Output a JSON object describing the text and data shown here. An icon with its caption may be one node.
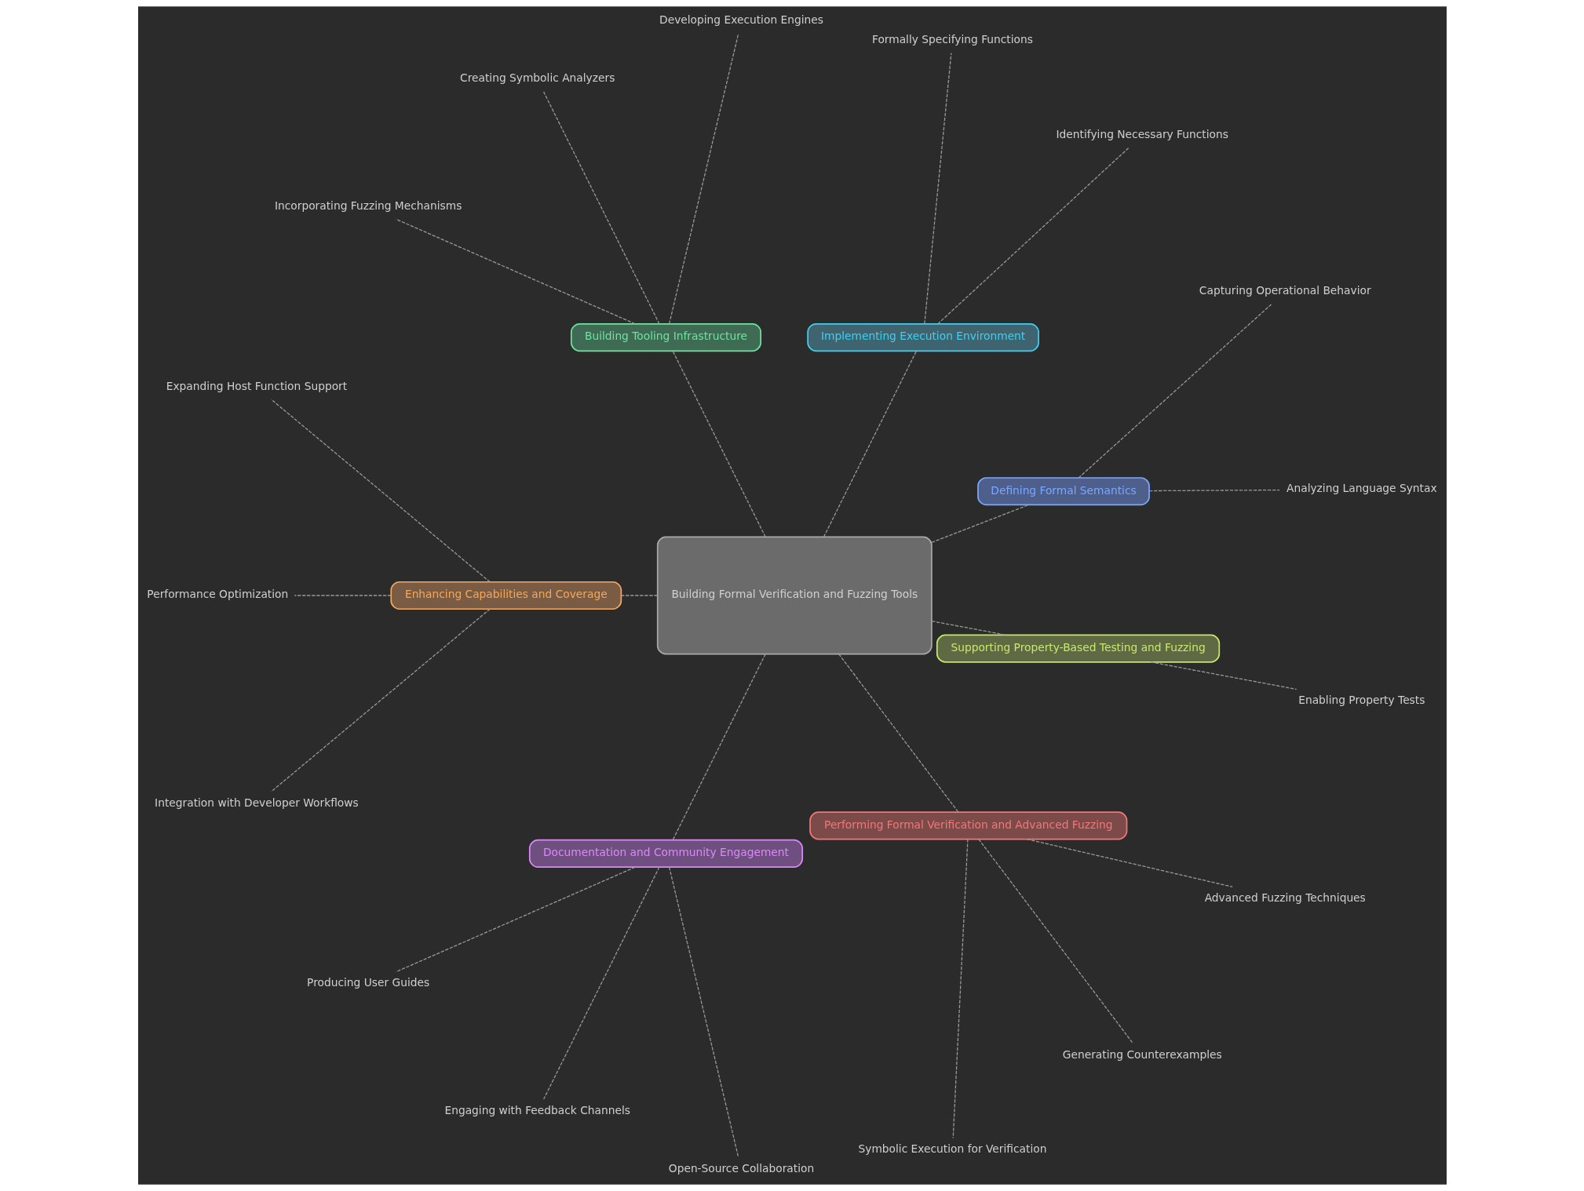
{
  "diagram": {
    "nodes": [
      {
        "text": [
          "Building Formal Verification and Fuzzing Tools"
        ]
      },
      {
        "text": [
          "Defining Formal Semantics"
        ]
      },
      {
        "text": [
          "Analyzing Language Syntax"
        ]
      },
      {
        "text": [
          "Capturing Operational Behavior"
        ]
      },
      {
        "text": [
          "Implementing Execution Environment"
        ]
      },
      {
        "text": [
          "Identifying Necessary Functions"
        ]
      },
      {
        "text": [
          "Formally Specifying Functions"
        ]
      },
      {
        "text": [
          "Building Tooling Infrastructure"
        ]
      },
      {
        "text": [
          "Developing Execution Engines"
        ]
      },
      {
        "text": [
          "Creating Symbolic Analyzers"
        ]
      },
      {
        "text": [
          "Incorporating Fuzzing Mechanisms"
        ]
      },
      {
        "text": [
          "Enhancing Capabilities and Coverage"
        ]
      },
      {
        "text": [
          "Expanding Host Function Support"
        ]
      },
      {
        "text": [
          "Performance Optimization"
        ]
      },
      {
        "text": [
          "Integration with Developer Workflows"
        ]
      },
      {
        "text": [
          "Documentation and Community Engagement"
        ]
      },
      {
        "text": [
          "Producing User Guides"
        ]
      },
      {
        "text": [
          "Engaging with Feedback Channels"
        ]
      },
      {
        "text": [
          "Open-Source Collaboration"
        ]
      },
      {
        "text": [
          "Performing Formal Verification and Advanced Fuzzing"
        ]
      },
      {
        "text": [
          "Symbolic Execution for Verification"
        ]
      },
      {
        "text": [
          "Generating Counterexamples"
        ]
      },
      {
        "text": [
          "Advanced Fuzzing Techniques"
        ]
      },
      {
        "text": [
          "Supporting Property-Based Testing and Fuzzing"
        ]
      },
      {
        "text": [
          "Enabling Property Tests"
        ]
      }
    ],
    "edges": [
      {
        "from": 0,
        "to": 1,
        "arrow": "none",
        "style": "dashed"
      },
      {
        "from": 1,
        "to": 2,
        "arrow": "none",
        "style": "dashed"
      },
      {
        "from": 1,
        "to": 3,
        "arrow": "none",
        "style": "dashed"
      },
      {
        "from": 0,
        "to": 4,
        "arrow": "none",
        "style": "dashed"
      },
      {
        "from": 4,
        "to": 5,
        "arrow": "none",
        "style": "dashed"
      },
      {
        "from": 4,
        "to": 6,
        "arrow": "none",
        "style": "dashed"
      },
      {
        "from": 0,
        "to": 7,
        "arrow": "none",
        "style": "dashed"
      },
      {
        "from": 7,
        "to": 8,
        "arrow": "none",
        "style": "dashed"
      },
      {
        "from": 7,
        "to": 9,
        "arrow": "none",
        "style": "dashed"
      },
      {
        "from": 7,
        "to": 10,
        "arrow": "none",
        "style": "dashed"
      },
      {
        "from": 0,
        "to": 11,
        "arrow": "none",
        "style": "dashed"
      },
      {
        "from": 11,
        "to": 12,
        "arrow": "none",
        "style": "dashed"
      },
      {
        "from": 11,
        "to": 13,
        "arrow": "none",
        "style": "dashed"
      },
      {
        "from": 11,
        "to": 14,
        "arrow": "none",
        "style": "dashed"
      },
      {
        "from": 0,
        "to": 15,
        "arrow": "none",
        "style": "dashed"
      },
      {
        "from": 15,
        "to": 16,
        "arrow": "none",
        "style": "dashed"
      },
      {
        "from": 15,
        "to": 17,
        "arrow": "none",
        "style": "dashed"
      },
      {
        "from": 15,
        "to": 18,
        "arrow": "none",
        "style": "dashed"
      },
      {
        "from": 0,
        "to": 19,
        "arrow": "none",
        "style": "dashed"
      },
      {
        "from": 19,
        "to": 20,
        "arrow": "none",
        "style": "dashed"
      },
      {
        "from": 19,
        "to": 21,
        "arrow": "none",
        "style": "dashed"
      },
      {
        "from": 19,
        "to": 22,
        "arrow": "none",
        "style": "dashed"
      },
      {
        "from": 0,
        "to": 23,
        "arrow": "none",
        "style": "dashed"
      },
      {
        "from": 23,
        "to": 24,
        "arrow": "none",
        "style": "dashed"
      }
    ]
  }
}
